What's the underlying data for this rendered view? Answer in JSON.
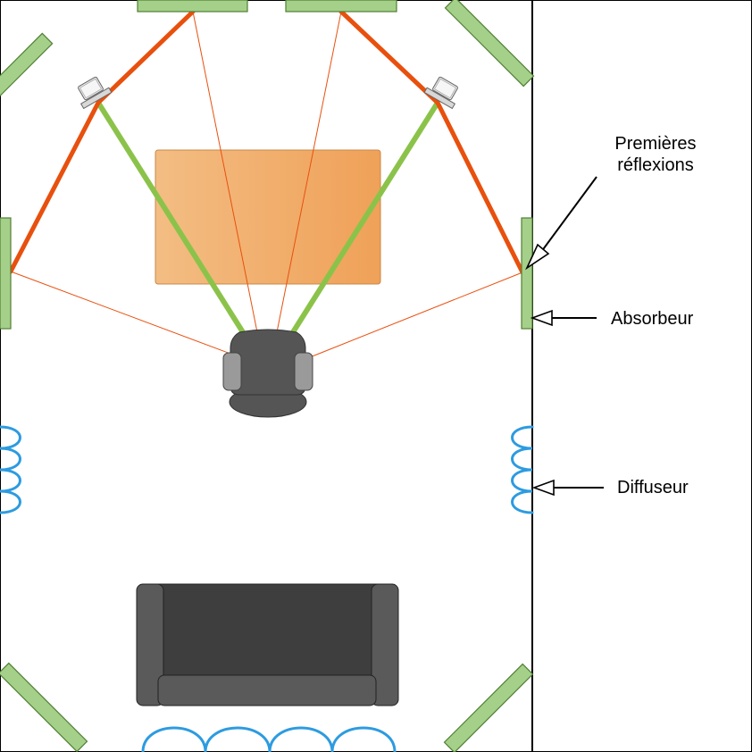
{
  "labels": {
    "first_reflections_line1": "Premières",
    "first_reflections_line2": "réflexions",
    "absorber": "Absorbeur",
    "diffuser": "Diffuseur"
  },
  "colors": {
    "absorber_fill": "#a5d08a",
    "absorber_stroke": "#4f7f33",
    "reflection_path": "#e8500e",
    "direct_path": "#8bc34a",
    "secondary_ray": "#e8500e",
    "desk_fill": "#f1a95e",
    "chair": "#555555",
    "chair_arms": "#9a9a9a",
    "sofa": "#3e3e3e",
    "sofa_arms": "#5a5a5a",
    "diffuser": "#2d9be0",
    "walls": "#000000"
  }
}
